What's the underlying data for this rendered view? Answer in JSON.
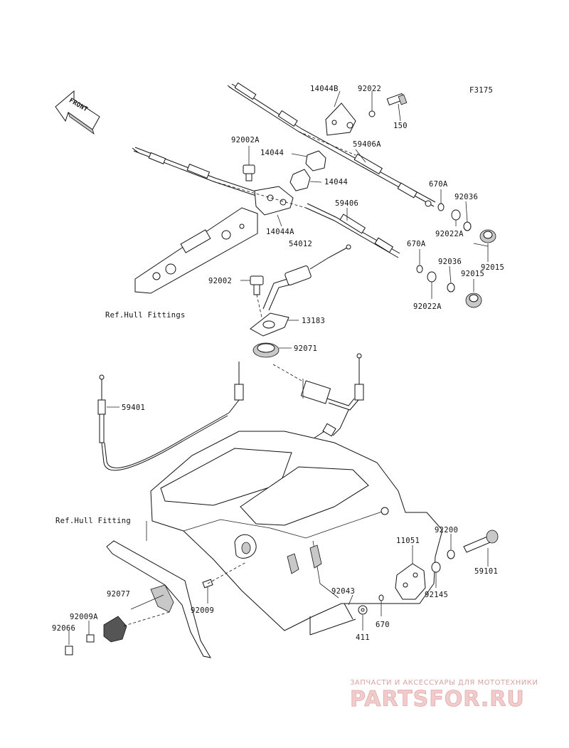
{
  "figure_code": "F3175",
  "front_label": "FRONT",
  "ref_labels": {
    "hull_fittings": "Ref.Hull Fittings",
    "hull_fitting": "Ref.Hull Fitting"
  },
  "part_labels": {
    "p14044B": "14044B",
    "p92022_top": "92022",
    "p150": "150",
    "p92002A": "92002A",
    "p14044_a": "14044",
    "p59406A": "59406A",
    "p14044_b": "14044",
    "p670A_top": "670A",
    "p92036_top": "92036",
    "p59406": "59406",
    "p14044A": "14044A",
    "p92022A_top": "92022A",
    "p54012": "54012",
    "p670A_bot": "670A",
    "p92015_a": "92015",
    "p92036_bot": "92036",
    "p92015_b": "92015",
    "p92002": "92002",
    "p92022A_bot": "92022A",
    "p13183": "13183",
    "p92071": "92071",
    "p59401": "59401",
    "p11051": "11051",
    "p92200": "92200",
    "p59101": "59101",
    "p92145": "92145",
    "p92043": "92043",
    "p92077": "92077",
    "p92009": "92009",
    "p670": "670",
    "p411": "411",
    "p92009A": "92009A",
    "p92066": "92066"
  },
  "watermark": {
    "tagline": "ЗАПЧАСТИ И АКСЕССУАРЫ ДЛЯ МОТОТЕХНИКИ",
    "brand": "PARTSFOR.RU",
    "color": "#e8b4b4"
  }
}
